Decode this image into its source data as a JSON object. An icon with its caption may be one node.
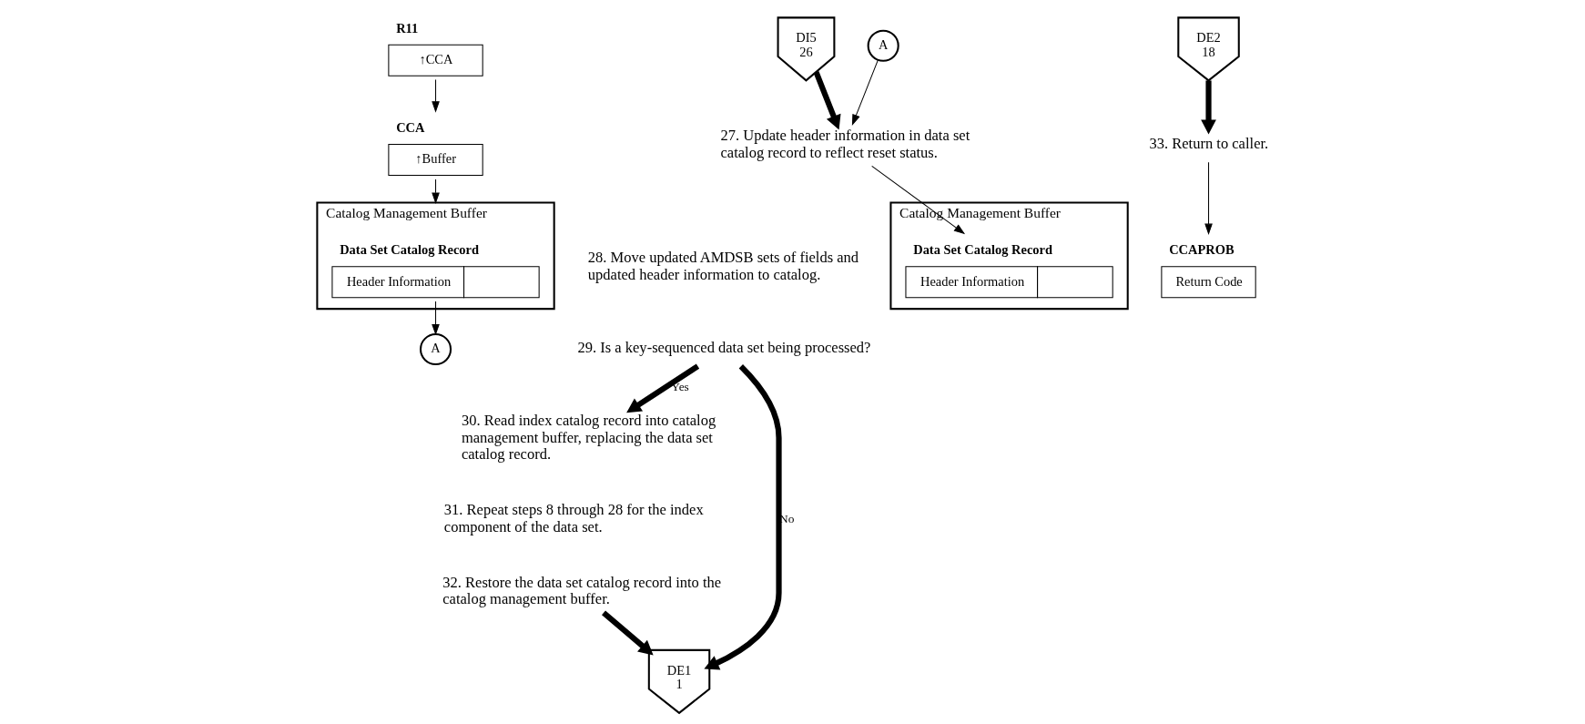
{
  "diagram": {
    "nodes": [
      {
        "text": [
          "R11",
          "↑CCA"
        ]
      },
      {
        "text": [
          "CCA",
          "↑Buffer"
        ]
      },
      {
        "text": [
          "Catalog Management Buffer"
        ]
      },
      {
        "text": [
          "Data Set Catalog Record",
          "Header Information"
        ],
        "in": 2
      },
      {
        "text": [
          "A"
        ]
      },
      {
        "text": [
          "DI5",
          "26"
        ]
      },
      {
        "text": [
          "A"
        ]
      },
      {
        "text": [
          "27. Update header information in data set catalog record to reflect reset status."
        ]
      },
      {
        "text": [
          "28. Move updated AMDSB sets of fields and updated header information to catalog."
        ]
      },
      {
        "text": [
          "29. Is a key-sequenced data set being processed?"
        ]
      },
      {
        "text": [
          "30. Read index catalog record into catalog management buffer, replacing the data set catalog record."
        ]
      },
      {
        "text": [
          "31. Repeat steps 8 through 28 for the index component of the data set."
        ]
      },
      {
        "text": [
          "32. Restore the data set catalog record into the catalog management buffer."
        ]
      },
      {
        "text": [
          "DE1",
          "1"
        ]
      },
      {
        "text": [
          "DE2",
          "18"
        ]
      },
      {
        "text": [
          "33. Return to caller."
        ]
      },
      {
        "text": [
          "Catalog Management Buffer"
        ]
      },
      {
        "text": [
          "Data Set Catalog Record",
          "Header Information"
        ],
        "in": 16
      },
      {
        "text": [
          "CCAPROB",
          "Return Code"
        ]
      }
    ],
    "edges": [
      {
        "from": 0,
        "to": 1,
        "arrow": "to"
      },
      {
        "from": 1,
        "to": 2,
        "arrow": "to"
      },
      {
        "from": 3,
        "to": 4,
        "arrow": "to"
      },
      {
        "from": 5,
        "to": 7,
        "arrow": "to",
        "style": "thick"
      },
      {
        "from": 6,
        "to": 7,
        "arrow": "to"
      },
      {
        "from": 7,
        "to": 17,
        "arrow": "to"
      },
      {
        "from": 9,
        "to": 13,
        "arrow": "to",
        "label": "No",
        "style": "thick"
      },
      {
        "from": 9,
        "to": 10,
        "arrow": "to",
        "label": "Yes",
        "style": "thick"
      },
      {
        "from": 12,
        "to": 13,
        "arrow": "to",
        "style": "thick"
      },
      {
        "from": 14,
        "to": 15,
        "arrow": "to",
        "style": "thick"
      },
      {
        "from": 15,
        "to": 18,
        "arrow": "to"
      }
    ]
  }
}
